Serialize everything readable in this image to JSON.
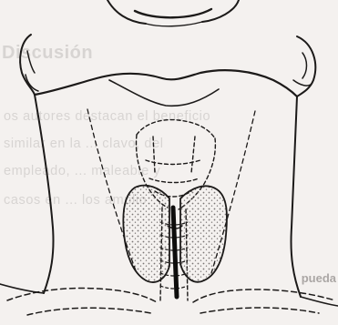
{
  "reverse_side": {
    "heading": "Discusión",
    "lines": [
      "os autores destacan el beneficio",
      "similar en la ... clavo, del",
      "empleado, ... maleable y",
      "casos en ... los amplio"
    ],
    "fragment": "pueda"
  },
  "figure": {
    "subject": "neck-and-thyroid-line-drawing",
    "shading_color": "#7a7574",
    "ink_color": "#1c1a19"
  }
}
